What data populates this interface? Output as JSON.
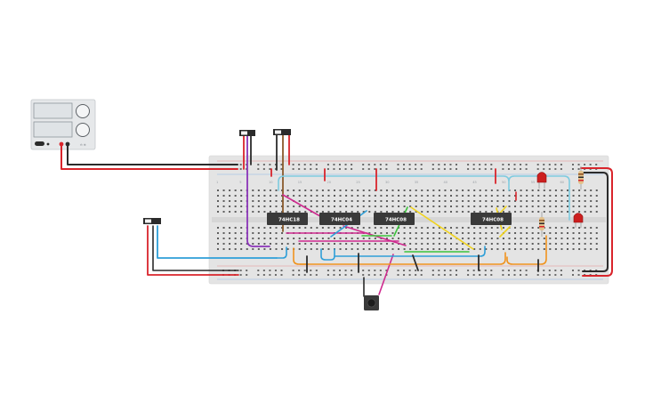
{
  "power_supply": {
    "display_top": "",
    "display_bottom": "",
    "knob_labels": [
      "",
      ""
    ],
    "on_label": ""
  },
  "chips": [
    {
      "label": "74HC18"
    },
    {
      "label": "74HC04"
    },
    {
      "label": "74HC08"
    },
    {
      "label": "74HC08"
    }
  ],
  "column_labels": [
    "1",
    "5",
    "10",
    "15",
    "20",
    "25",
    "30",
    "35",
    "40",
    "45",
    "50",
    "55",
    "60"
  ],
  "wire_colors": {
    "red": "#d9242b",
    "black": "#2b2b2b",
    "blue": "#2e9fd8",
    "cyan": "#7ecbe0",
    "magenta": "#cf2a8f",
    "green": "#3cc43c",
    "yellow": "#f0d31e",
    "orange": "#f0931e",
    "purple": "#8b34b8",
    "brown": "#8a5a2b"
  }
}
